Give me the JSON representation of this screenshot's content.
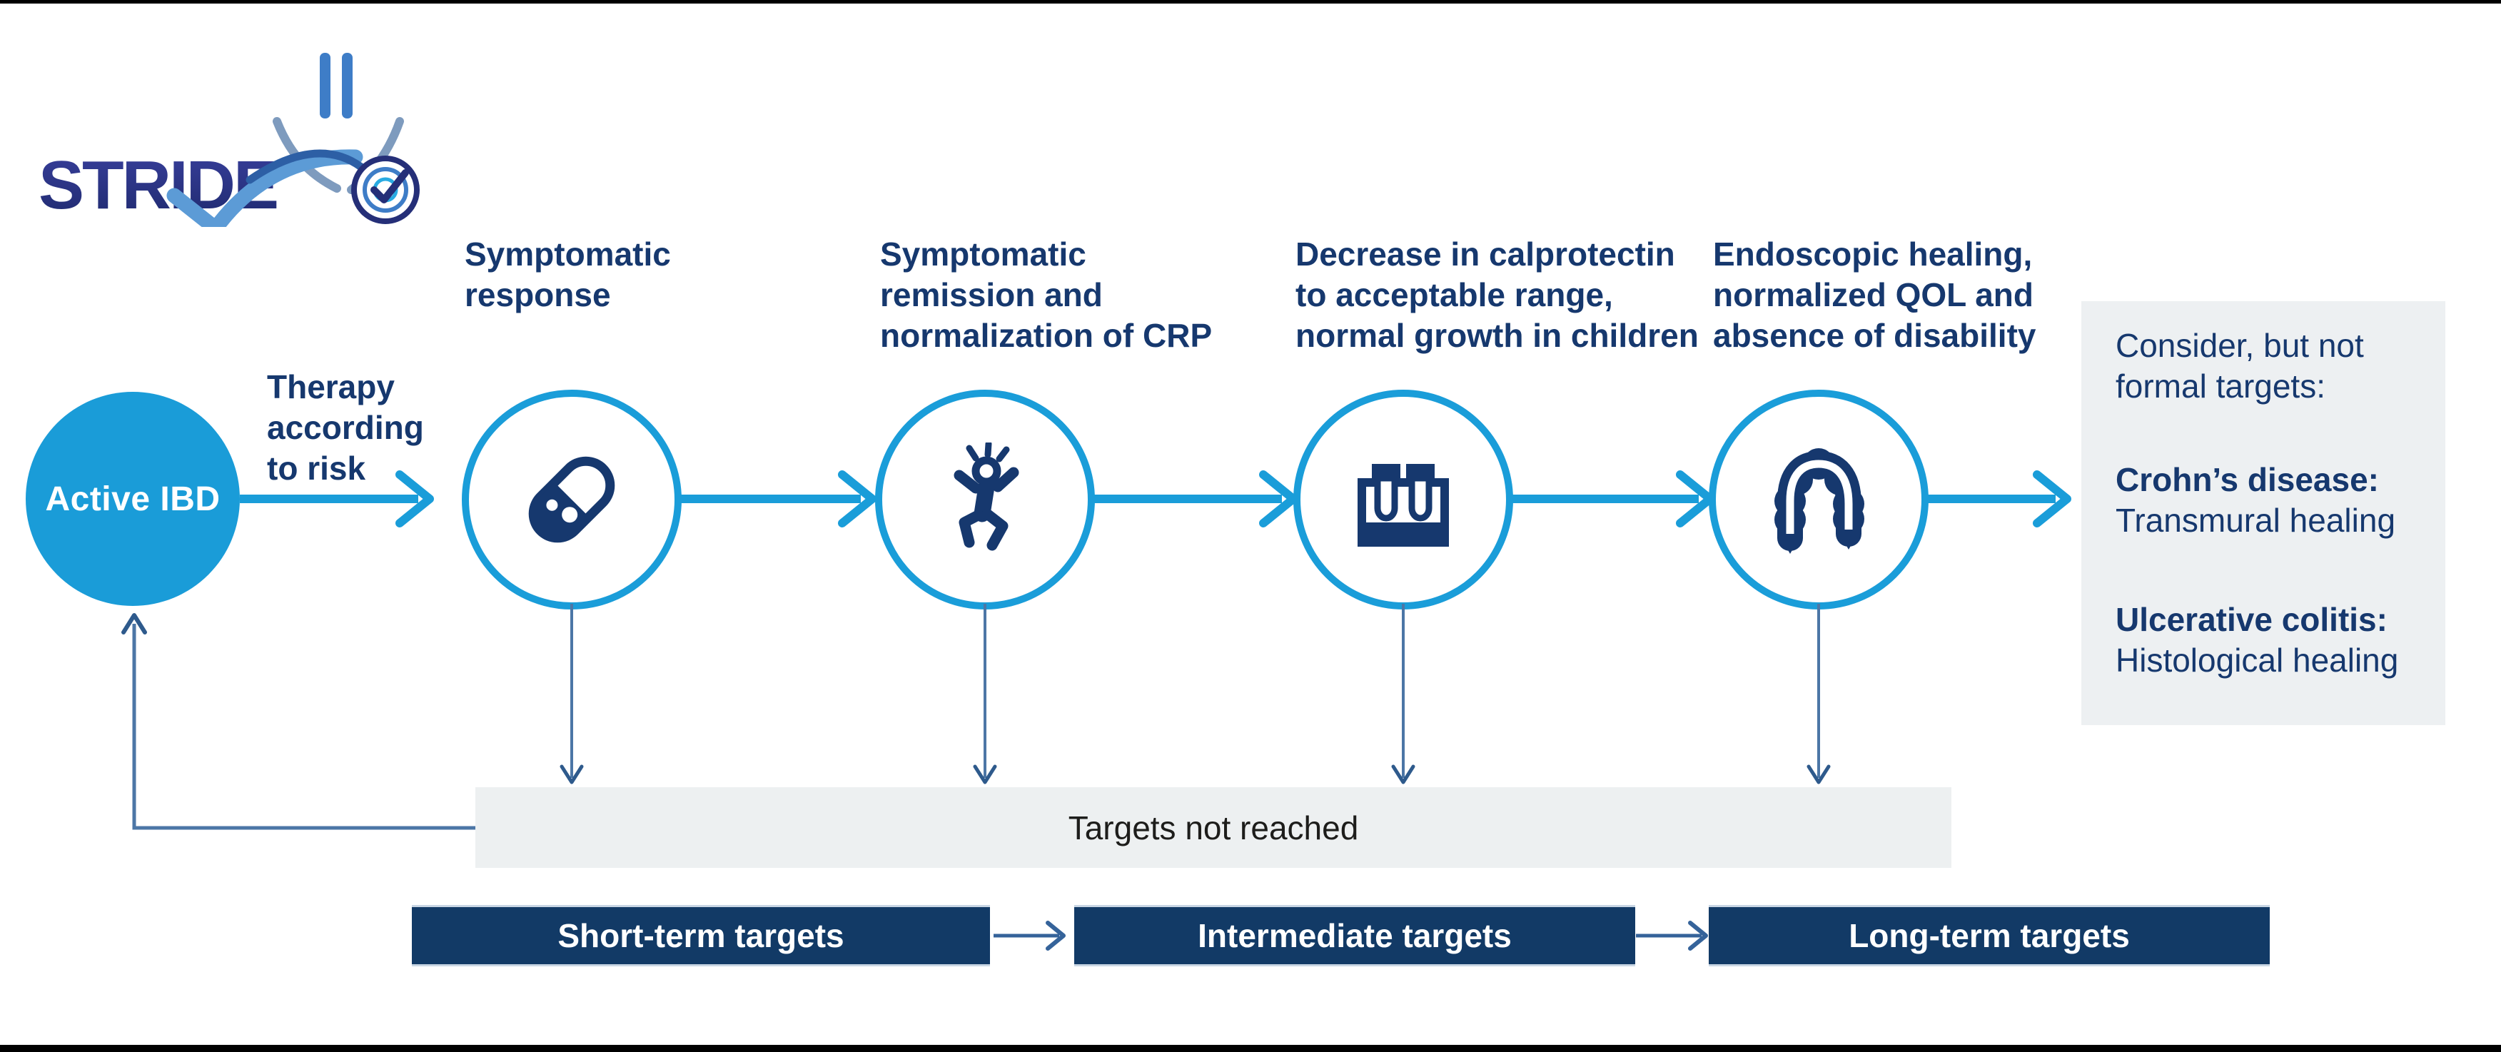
{
  "logo": {
    "brand": "STRIDE",
    "suffix": "II",
    "icon": "stride-bullseye-check-logo"
  },
  "start_node": {
    "label": "Active IBD",
    "color": "#1A9CD8"
  },
  "therapy_arrow": {
    "lines": [
      "Therapy",
      "according",
      "to risk"
    ]
  },
  "steps": [
    {
      "icon": "capsule-icon",
      "label_lines": [
        "Symptomatic",
        "response",
        ""
      ]
    },
    {
      "icon": "jumping-person-icon",
      "label_lines": [
        "Symptomatic",
        "remission and",
        "normalization of CRP"
      ]
    },
    {
      "icon": "test-tubes-icon",
      "label_lines": [
        "Decrease in calprotectin",
        "to acceptable range,",
        "normal growth in children"
      ]
    },
    {
      "icon": "colon-icon",
      "label_lines": [
        "Endoscopic healing,",
        "normalized QOL and",
        "absence of disability"
      ]
    }
  ],
  "side_panel": {
    "intro_lines": [
      "Consider, but not",
      "formal targets:"
    ],
    "items": [
      {
        "title": "Crohn’s disease:",
        "desc": "Transmural healing"
      },
      {
        "title": "Ulcerative colitis:",
        "desc": "Histological healing"
      }
    ]
  },
  "feedback_bar": {
    "label": "Targets not reached"
  },
  "timeline": [
    {
      "label": "Short-term targets"
    },
    {
      "label": "Intermediate targets"
    },
    {
      "label": "Long-term targets"
    }
  ],
  "colors": {
    "accent_cyan": "#1A9DD9",
    "navy_text": "#16386E",
    "timeline_navy": "#123A66",
    "panel_gray": "#EDF0F2",
    "connector_blue": "#4C76A6",
    "logo_indigo": "#2B3387",
    "logo_light_blue": "#5C9BD6"
  }
}
